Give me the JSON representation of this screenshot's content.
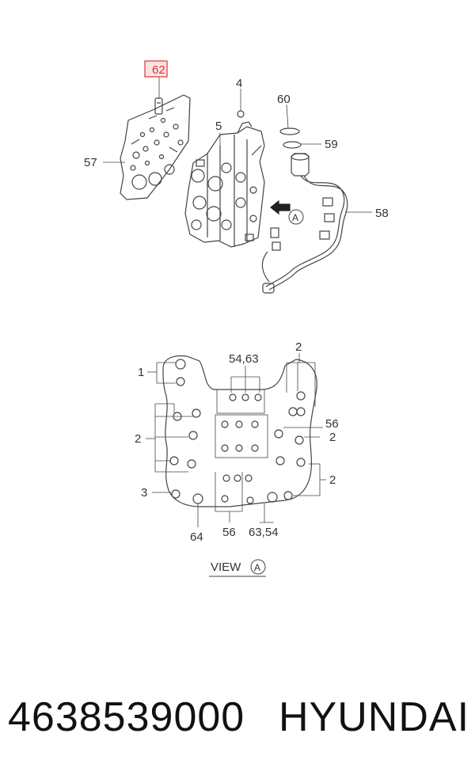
{
  "callouts_top": {
    "c62": "62",
    "c4": "4",
    "c60": "60",
    "c5": "5",
    "c59": "59",
    "c57": "57",
    "c58": "58",
    "view_marker": "A"
  },
  "callouts_view": {
    "c2_top": "2",
    "c54_63": "54,63",
    "c1": "1",
    "c56_right": "56",
    "c2_left": "2",
    "c2_right_upper": "2",
    "c2_right_lower": "2",
    "c3": "3",
    "c64": "64",
    "c56_bottom": "56",
    "c63_54": "63,54"
  },
  "view_label": {
    "text": "VIEW",
    "marker": "A"
  },
  "footer": {
    "part_number": "4638539000",
    "brand": "HYUNDAI"
  },
  "colors": {
    "line": "#444444",
    "highlight": "#dd3333",
    "highlight_fill": "#fbe3e3"
  }
}
